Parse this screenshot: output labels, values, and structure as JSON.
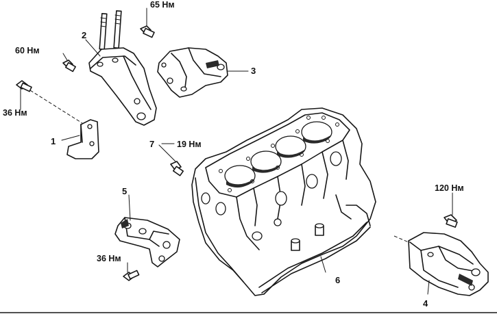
{
  "labels": [
    {
      "key": "part-1",
      "text": "1"
    },
    {
      "key": "part-2",
      "text": "2"
    },
    {
      "key": "part-3",
      "text": "3"
    },
    {
      "key": "part-4",
      "text": "4"
    },
    {
      "key": "part-5",
      "text": "5"
    },
    {
      "key": "part-6",
      "text": "6"
    },
    {
      "key": "part-7",
      "text": "7"
    }
  ],
  "torques": {
    "t65": "65 Нм",
    "t60": "60 Нм",
    "t36_top": "36 Нм",
    "t19": "19 Нм",
    "t120": "120 Нм",
    "t36_bottom": "36 Нм"
  }
}
